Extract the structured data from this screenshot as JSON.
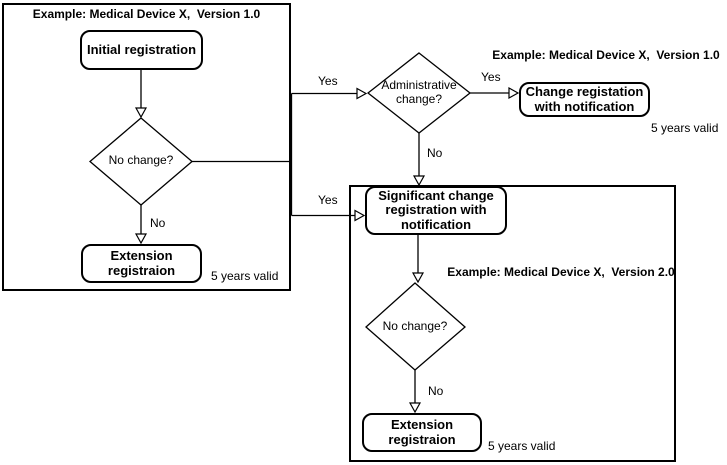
{
  "panels": {
    "left": {
      "title": "Example: Medical Device X,  Version 1.0",
      "validity": "5 years valid"
    },
    "top_right": {
      "title": "Example: Medical Device X,  Version 1.0",
      "validity": "5 years valid"
    },
    "bottom_right": {
      "title": "Example: Medical Device X,  Version 2.0",
      "validity": "5 years valid"
    }
  },
  "nodes": {
    "initial_registration": "Initial registration",
    "no_change_1": "No change?",
    "extension_1": "Extension\nregistraion",
    "administrative_change": "Administrative\nchange?",
    "change_registration": "Change registation\nwith notification",
    "significant_change": "Significant change\nregistration with\nnotification",
    "no_change_2": "No change?",
    "extension_2": "Extension\nregistraion"
  },
  "edge_labels": {
    "yes_to_admin": "Yes",
    "yes_to_change": "Yes",
    "yes_to_significant": "Yes",
    "no_to_extension_1": "No",
    "no_from_admin": "No",
    "no_to_extension_2": "No"
  },
  "colors": {
    "line": "#000000",
    "background": "#ffffff",
    "node_fill": "#ffffff"
  }
}
